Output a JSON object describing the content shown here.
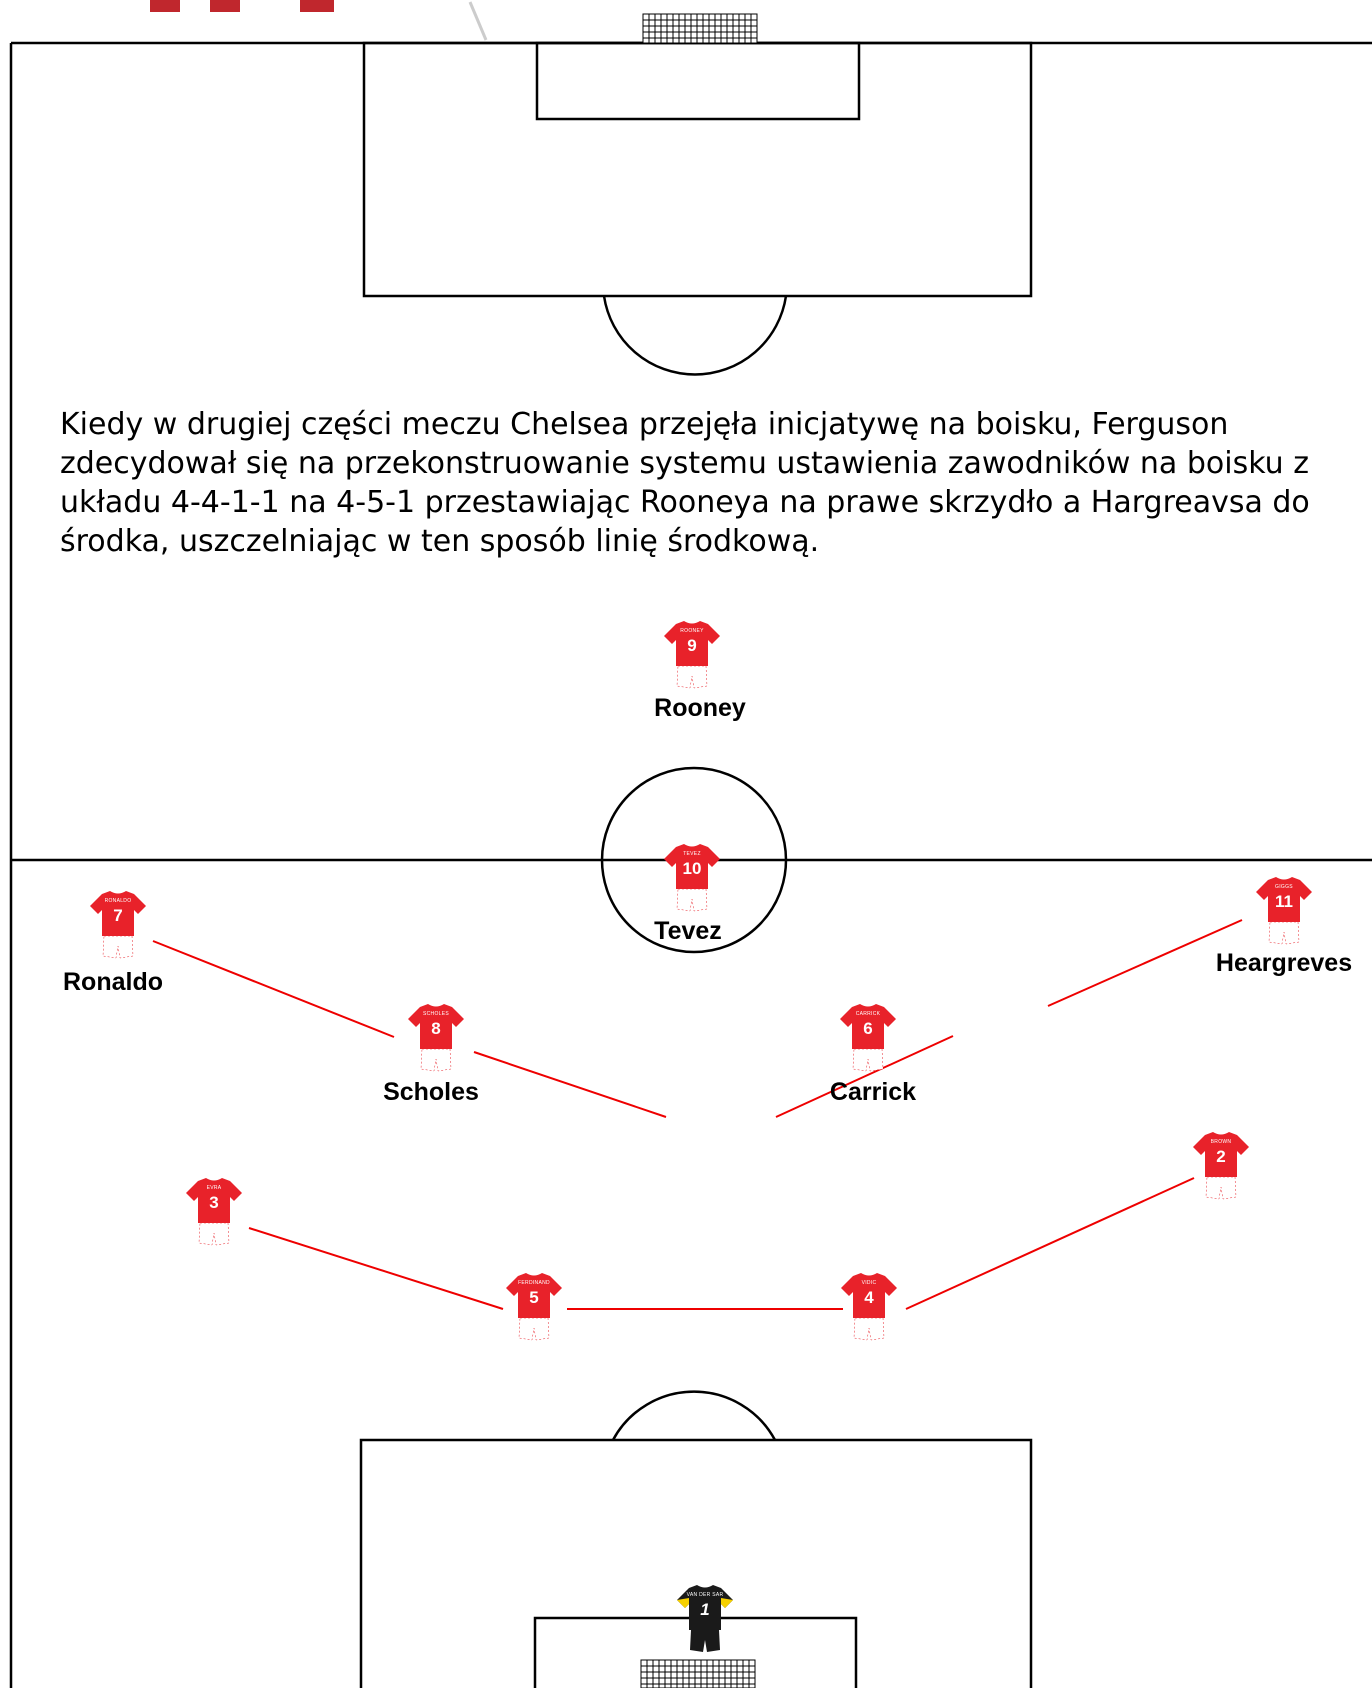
{
  "caption": "Kiedy w drugiej części meczu Chelsea przejęła inicjatywę na boisku, Ferguson zdecydował się na przekonstruowanie systemu ustawienia zawodników na boisku z układu 4-4-1-1 na 4-5-1 przestawiając Rooneya na prawe skrzydło a Hargreavsa do środka, uszczelniając w ten sposób linię środkową.",
  "colors": {
    "kit_red": "#e8222a",
    "kit_white": "#ffffff",
    "gk_kit": "#1a1a1a",
    "gk_trim": "#f5d000",
    "link_line": "#ee0000",
    "pitch_line": "#000000"
  },
  "players": [
    {
      "id": "rooney",
      "label": "Rooney",
      "number": "9",
      "shirt_name": "ROONEY"
    },
    {
      "id": "tevez",
      "label": "Tevez",
      "number": "10",
      "shirt_name": "TEVEZ"
    },
    {
      "id": "ronaldo",
      "label": "Ronaldo",
      "number": "7",
      "shirt_name": "RONALDO"
    },
    {
      "id": "hargreaves",
      "label": "Heargreves",
      "number": "11",
      "shirt_name": "GIGGS"
    },
    {
      "id": "scholes",
      "label": "Scholes",
      "number": "8",
      "shirt_name": "SCHOLES"
    },
    {
      "id": "carrick",
      "label": "Carrick",
      "number": "6",
      "shirt_name": "CARRICK"
    },
    {
      "id": "lb",
      "label": "",
      "number": "3",
      "shirt_name": "EVRA"
    },
    {
      "id": "rb",
      "label": "",
      "number": "2",
      "shirt_name": "BROWN"
    },
    {
      "id": "cb1",
      "label": "",
      "number": "5",
      "shirt_name": "FERDINAND"
    },
    {
      "id": "cb2",
      "label": "",
      "number": "4",
      "shirt_name": "VIDIC"
    },
    {
      "id": "gk",
      "label": "",
      "number": "1",
      "shirt_name": "VAN DER SAR"
    }
  ]
}
